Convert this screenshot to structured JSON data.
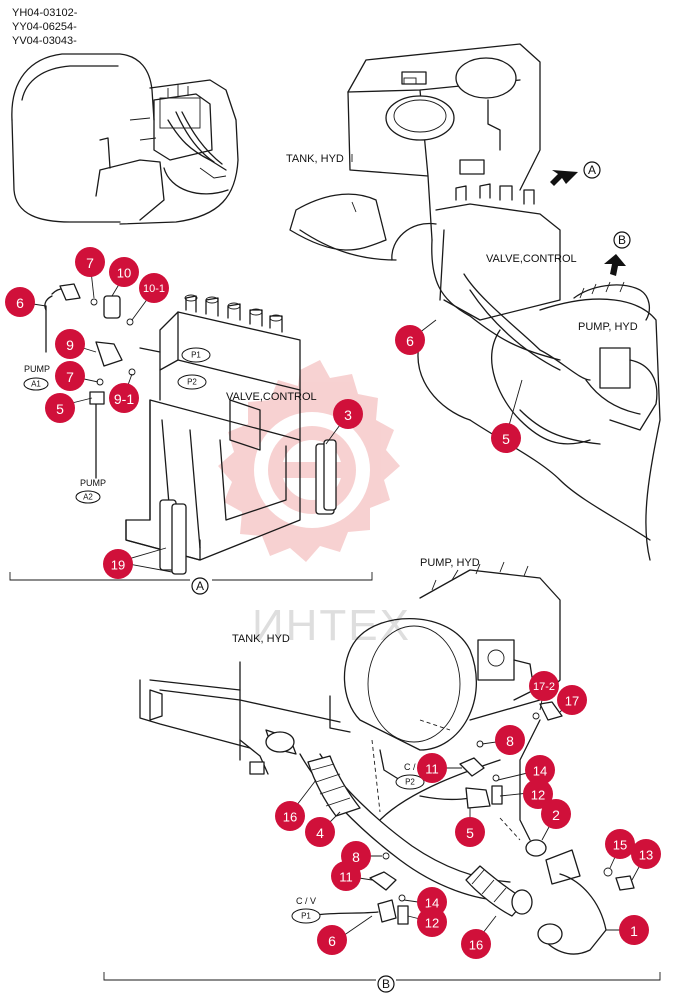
{
  "serials": [
    "YH04-03102-",
    "YY04-06254-",
    "YV04-03043-"
  ],
  "labels": {
    "tank_hyd_top": "TANK, HYD",
    "valve_control_top": "VALVE,CONTROL",
    "pump_hyd_top": "PUMP, HYD",
    "valve_control_a": "VALVE,CONTROL",
    "pump_a1_word": "PUMP",
    "pump_a2_word": "PUMP",
    "pump_hyd_b": "PUMP, HYD",
    "tank_hyd_b": "TANK, HYD",
    "cv_p2_word": "C / V",
    "cv_p1_word": "C / V"
  },
  "ovals": {
    "p1": "P1",
    "p2": "P2",
    "a1": "A1",
    "a2": "A2",
    "cv_p2": "P2",
    "cv_p1": "P1"
  },
  "view_markers": {
    "arrow_a": "A",
    "arrow_b": "B",
    "section_a": "A",
    "section_b": "B"
  },
  "callouts": [
    {
      "id": "c-6a",
      "text": "6"
    },
    {
      "id": "c-7a",
      "text": "7"
    },
    {
      "id": "c-10",
      "text": "10"
    },
    {
      "id": "c-10-1",
      "text": "10-1"
    },
    {
      "id": "c-9",
      "text": "9"
    },
    {
      "id": "c-7b",
      "text": "7"
    },
    {
      "id": "c-9-1",
      "text": "9-1"
    },
    {
      "id": "c-5a",
      "text": "5"
    },
    {
      "id": "c-3",
      "text": "3"
    },
    {
      "id": "c-19",
      "text": "19"
    },
    {
      "id": "c-6b",
      "text": "6"
    },
    {
      "id": "c-5b",
      "text": "5"
    },
    {
      "id": "c-17-2",
      "text": "17-2"
    },
    {
      "id": "c-17",
      "text": "17"
    },
    {
      "id": "c-8a",
      "text": "8"
    },
    {
      "id": "c-11a",
      "text": "11"
    },
    {
      "id": "c-14a",
      "text": "14"
    },
    {
      "id": "c-12a",
      "text": "12"
    },
    {
      "id": "c-2",
      "text": "2"
    },
    {
      "id": "c-16a",
      "text": "16"
    },
    {
      "id": "c-4",
      "text": "4"
    },
    {
      "id": "c-5c",
      "text": "5"
    },
    {
      "id": "c-8b",
      "text": "8"
    },
    {
      "id": "c-11b",
      "text": "11"
    },
    {
      "id": "c-14b",
      "text": "14"
    },
    {
      "id": "c-12b",
      "text": "12"
    },
    {
      "id": "c-6c",
      "text": "6"
    },
    {
      "id": "c-16b",
      "text": "16"
    },
    {
      "id": "c-15",
      "text": "15"
    },
    {
      "id": "c-13",
      "text": "13"
    },
    {
      "id": "c-1",
      "text": "1"
    }
  ],
  "watermark": "ИНТЕХ",
  "colors": {
    "callout": "#d0103a",
    "line": "#1a1a1a",
    "watermark": "#f3c7c7"
  }
}
